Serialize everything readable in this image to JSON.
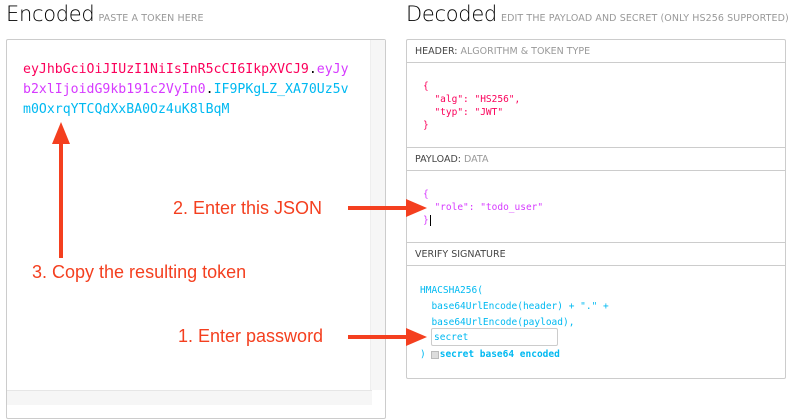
{
  "encoded": {
    "title": "Encoded",
    "subtitle": "PASTE A TOKEN HERE",
    "token_header": "eyJhbGciOiJIUzI1NiIsInR5cCI6IkpXVCJ9",
    "token_payload": "eyJyb2xlIjoidG9kb191c2VyIn0",
    "token_signature": "IF9PKgLZ_XA70Uz5vm0OxrqYTCQdXxBA0Oz4uK8lBqM",
    "token_lines": [
      "eyJhbGciOiJIUzI1NiIsInR5cCI6IkpXVCJ9",
      ".",
      "eyJy",
      "b2xlIjoidG9kb191c2VyIn0",
      ".",
      "IF9PKgLZ_XA70Uz5v",
      "m0OxrqYTCQdXxBA0Oz4uK8lBqM"
    ]
  },
  "decoded": {
    "title": "Decoded",
    "subtitle": "EDIT THE PAYLOAD AND SECRET (ONLY HS256 SUPPORTED)",
    "header": {
      "label": "HEADER:",
      "sublabel": "ALGORITHM & TOKEN TYPE",
      "lines": [
        "{",
        "  \"alg\": \"HS256\",",
        "  \"typ\": \"JWT\"",
        "}"
      ]
    },
    "payload": {
      "label": "PAYLOAD:",
      "sublabel": "DATA",
      "lines": [
        "{",
        "  \"role\": \"todo_user\"",
        "}"
      ]
    },
    "signature": {
      "label": "VERIFY SIGNATURE",
      "lines": [
        "HMACSHA256(",
        "  base64UrlEncode(header) + \".\" +",
        "  base64UrlEncode(payload),"
      ],
      "secret_value": "secret",
      "close": ")",
      "checkbox_label": "secret base64 encoded",
      "checkbox_checked": false
    }
  },
  "annotations": {
    "step1": "1. Enter password",
    "step2": "2. Enter this JSON",
    "step3": "3. Copy the resulting token"
  },
  "colors": {
    "header": "#fb015b",
    "payload": "#d63aff",
    "signature": "#00b9f1",
    "annotation": "#f43f1f"
  }
}
